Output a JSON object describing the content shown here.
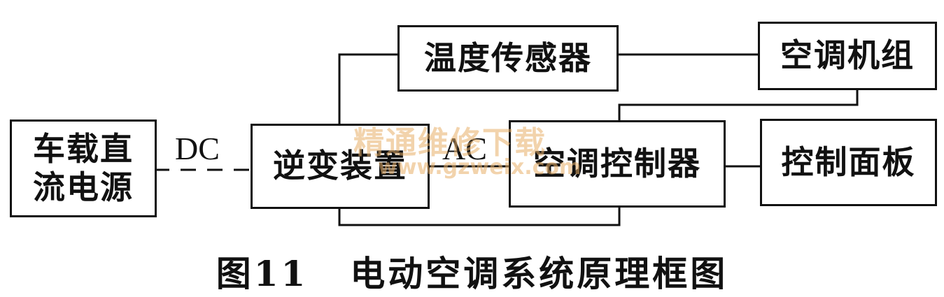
{
  "nodes": {
    "power": "车载直\n流电源",
    "inverter": "逆变装置",
    "sensor": "温度传感器",
    "unit": "空调机组",
    "controller": "空调控制器",
    "panel": "控制面板"
  },
  "edge_labels": {
    "dc": "DC",
    "ac": "AC"
  },
  "watermark": {
    "line1": "精通维修下载",
    "line2": "www.gzweix.com"
  },
  "caption": {
    "number": "图11",
    "title": "电动空调系统原理框图"
  }
}
